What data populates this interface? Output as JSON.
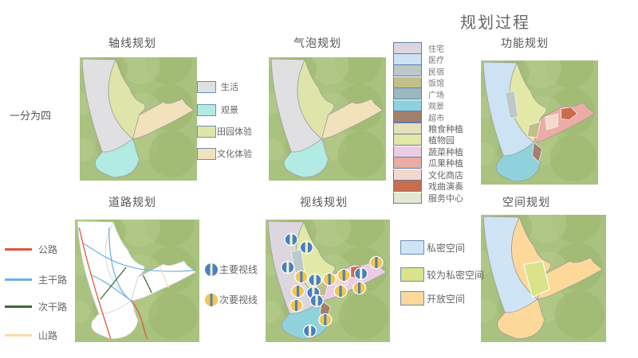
{
  "main_title": "规划过程",
  "side_label": "一分为四",
  "panels": {
    "axis": "轴线规划",
    "bubble": "气泡规划",
    "function": "功能规划",
    "road": "道路规划",
    "sight": "视线规划",
    "space": "空间规划"
  },
  "axis_legend": [
    {
      "label": "生活",
      "color": "#e0e0e2"
    },
    {
      "label": "观景",
      "color": "#b2ebe3"
    },
    {
      "label": "田园体验",
      "color": "#dfe5aa"
    },
    {
      "label": "文化体验",
      "color": "#f1e2bc"
    }
  ],
  "function_legend": [
    {
      "label": "住宅",
      "color": "#ddd6df"
    },
    {
      "label": "医疗",
      "color": "#cde2f3"
    },
    {
      "label": "民宿",
      "color": "#bcc9c8"
    },
    {
      "label": "饭馆",
      "color": "#c4bf8a"
    },
    {
      "label": "广场",
      "color": "#9bb8bc"
    },
    {
      "label": "观景",
      "color": "#8fd2dc"
    },
    {
      "label": "超市",
      "color": "#a47f6e"
    },
    {
      "label": "粮食种植",
      "color": "#e8dfbc"
    },
    {
      "label": "植物园",
      "color": "#e2e9a6"
    },
    {
      "label": "蔬菜种植",
      "color": "#eacce4"
    },
    {
      "label": "瓜果种植",
      "color": "#eaaca4"
    },
    {
      "label": "文化商店",
      "color": "#f3d8cc"
    },
    {
      "label": "戏曲演奏",
      "color": "#c96d4d"
    },
    {
      "label": "服务中心",
      "color": "#e2e8d2"
    }
  ],
  "road_legend": [
    {
      "label": "公路",
      "color": "#e0553f"
    },
    {
      "label": "主干路",
      "color": "#6fb1e8"
    },
    {
      "label": "次干路",
      "color": "#3f6a2e"
    },
    {
      "label": "山路",
      "color": "#f9dca6"
    }
  ],
  "sight_legend": [
    {
      "label": "主要视线",
      "color": "#4a7fc0"
    },
    {
      "label": "次要视线",
      "color": "#f0c850"
    }
  ],
  "space_legend": [
    {
      "label": "私密空间",
      "color": "#cfe4f4"
    },
    {
      "label": "较为私密空间",
      "color": "#d8e38a"
    },
    {
      "label": "开放空间",
      "color": "#fcd99b"
    }
  ]
}
